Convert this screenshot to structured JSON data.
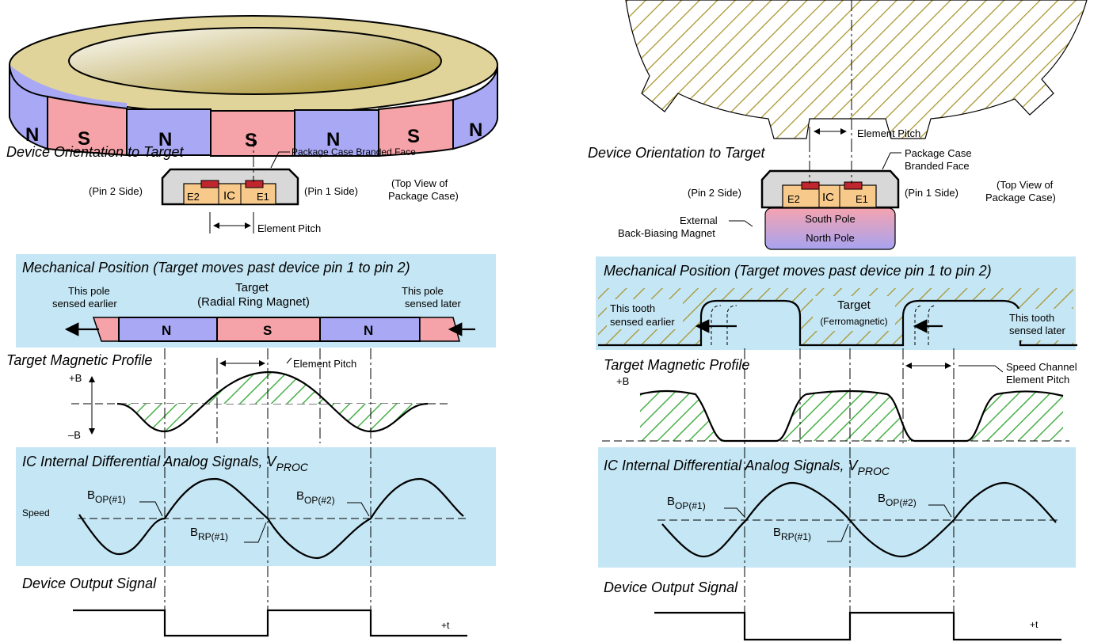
{
  "left": {
    "ring_poles": [
      "N",
      "S",
      "N",
      "S",
      "N",
      "S",
      "N"
    ],
    "orientation_heading": "Device Orientation to Target",
    "package_case_label": "Package Case Branded Face",
    "pin2_label": "(Pin 2 Side)",
    "pin1_label": "(Pin 1 Side)",
    "top_view_label_1": "(Top View of",
    "top_view_label_2": "Package Case)",
    "e2": "E2",
    "ic": "IC",
    "e1": "E1",
    "element_pitch": "Element Pitch",
    "mechanical_heading": "Mechanical Position (Target moves past device pin 1 to pin 2)",
    "pole_earlier_1": "This pole",
    "pole_earlier_2": "sensed earlier",
    "target_1": "Target",
    "target_2": "(Radial Ring Magnet)",
    "pole_later_1": "This pole",
    "pole_later_2": "sensed later",
    "strip_poles": [
      "N",
      "S",
      "N"
    ],
    "profile_heading": "Target Magnetic Profile",
    "profile_pitch": "Element Pitch",
    "plus_b": "+B",
    "minus_b": "–B",
    "analog_heading": "IC Internal Differential Analog Signals, V",
    "analog_sub": "PROC",
    "speed": "Speed",
    "bop1": "B",
    "bop1_sub": "OP(#1)",
    "bop2": "B",
    "bop2_sub": "OP(#2)",
    "brp1": "B",
    "brp1_sub": "RP(#1)",
    "output_heading": "Device Output Signal",
    "plus_t": "+t"
  },
  "right": {
    "element_pitch": "Element Pitch",
    "orientation_heading": "Device Orientation to Target",
    "package_case_1": "Package Case",
    "package_case_2": "Branded Face",
    "pin2_label": "(Pin 2 Side)",
    "pin1_label": "(Pin 1 Side)",
    "top_view_label_1": "(Top View of",
    "top_view_label_2": "Package Case)",
    "e2": "E2",
    "ic": "IC",
    "e1": "E1",
    "south_pole": "South Pole",
    "north_pole": "North Pole",
    "ext_magnet_1": "External",
    "ext_magnet_2": "Back-Biasing Magnet",
    "mechanical_heading": "Mechanical Position (Target moves past device pin 1 to pin 2)",
    "tooth_earlier_1": "This tooth",
    "tooth_earlier_2": "sensed earlier",
    "target_1": "Target",
    "target_2": "(Ferromagnetic)",
    "tooth_later_1": "This tooth",
    "tooth_later_2": "sensed later",
    "profile_heading": "Target Magnetic Profile",
    "plus_b": "+B",
    "speed_pitch_1": "Speed Channel",
    "speed_pitch_2": "Element Pitch",
    "analog_heading": "IC Internal Differential Analog Signals, V",
    "analog_sub": "PROC",
    "bop1": "B",
    "bop1_sub": "OP(#1)",
    "bop2": "B",
    "bop2_sub": "OP(#2)",
    "brp1": "B",
    "brp1_sub": "RP(#1)",
    "output_heading": "Device Output Signal",
    "plus_t": "+t"
  },
  "colors": {
    "north": "#a8a8f5",
    "south": "#f5a3a8",
    "panel": "#c5e6f4",
    "hatch_green": "#49b04a",
    "hatch_olive": "#a8932a",
    "ring_top": "#e0d49a",
    "chip": "#f7c98b",
    "element": "#c0262d"
  }
}
